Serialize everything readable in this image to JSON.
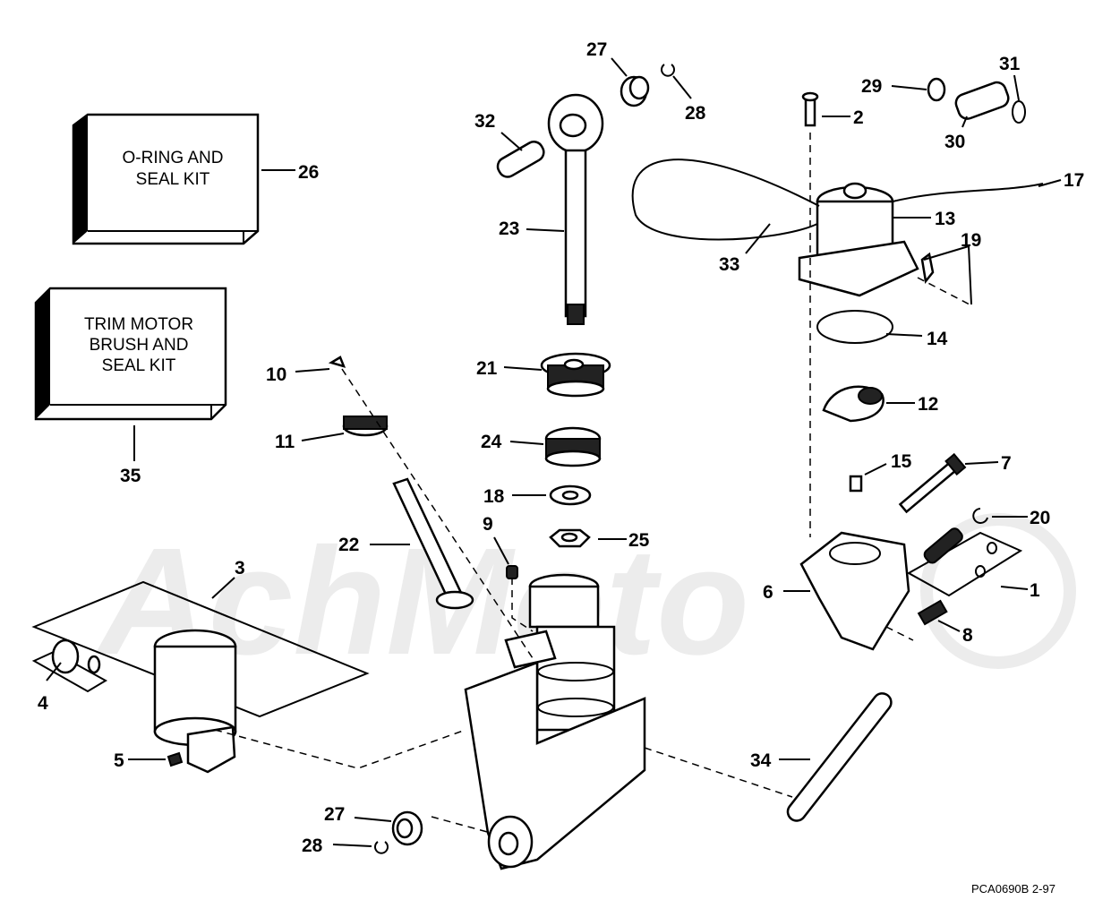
{
  "kits": {
    "oring_kit": [
      "O-RING AND",
      "SEAL KIT"
    ],
    "trim_motor_kit": [
      "TRIM MOTOR",
      "BRUSH AND",
      "SEAL KIT"
    ]
  },
  "callouts": {
    "c1": "1",
    "c2": "2",
    "c3": "3",
    "c4": "4",
    "c5": "5",
    "c6": "6",
    "c7": "7",
    "c8": "8",
    "c9": "9",
    "c10": "10",
    "c11": "11",
    "c12": "12",
    "c13": "13",
    "c14": "14",
    "c15": "15",
    "c17": "17",
    "c18": "18",
    "c19": "19",
    "c20": "20",
    "c21": "21",
    "c22": "22",
    "c23": "23",
    "c24": "24",
    "c25": "25",
    "c26": "26",
    "c27a": "27",
    "c27b": "27",
    "c28a": "28",
    "c28b": "28",
    "c29": "29",
    "c30": "30",
    "c31": "31",
    "c32": "32",
    "c33": "33",
    "c34": "34",
    "c35": "35"
  },
  "diagram_code": "PCA0690B  2-97",
  "watermark": "AchMoto"
}
